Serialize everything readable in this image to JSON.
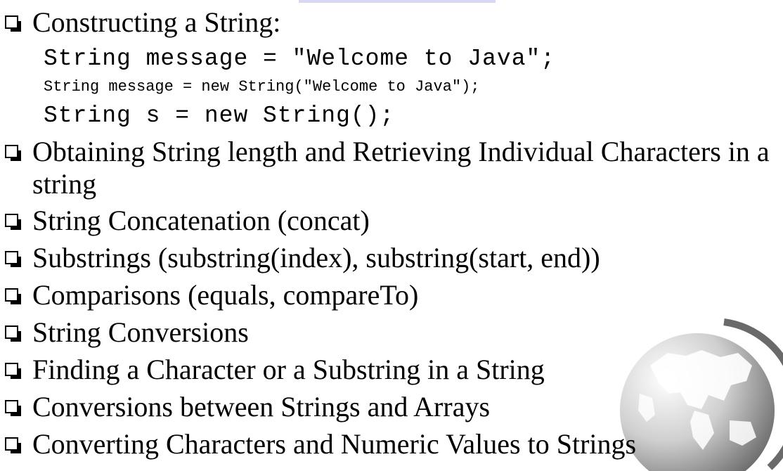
{
  "slide": {
    "bullets": [
      "Constructing a String:",
      "Obtaining String length and Retrieving Individual Characters in a string",
      "String Concatenation (concat)",
      "Substrings (substring(index), substring(start, end))",
      "Comparisons (equals, compareTo)",
      "String Conversions",
      "Finding a Character or a Substring in a String",
      "Conversions between Strings and Arrays",
      "Converting Characters and Numeric Values to Strings"
    ],
    "code": [
      "String message = \"Welcome to Java\";",
      "String message = new String(\"Welcome to Java\");",
      "String s = new String();"
    ]
  },
  "colors": {
    "tab": "#d8d8f4",
    "globe_dark": "#555555",
    "globe_light": "#ffffff"
  },
  "icons": {
    "bullet": "hollow-square-bullet-icon",
    "globe": "world-globe-icon"
  }
}
